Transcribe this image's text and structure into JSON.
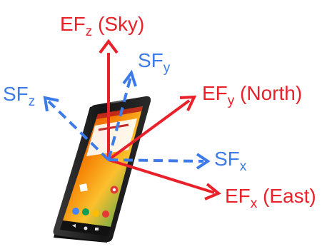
{
  "colors": {
    "earth_frame": "#e8212b",
    "sensor_frame": "#3d7be8",
    "phone_body": "#1b1b1b",
    "phone_screen_a": "#e53935",
    "phone_screen_b": "#f4b400",
    "phone_screen_c": "#0f9d58",
    "phone_screen_d": "#4285f4"
  },
  "labels": {
    "ef_z": {
      "base": "EF",
      "sub": "z",
      "suffix": " (Sky)"
    },
    "ef_y": {
      "base": "EF",
      "sub": "y",
      "suffix": " (North)"
    },
    "ef_x": {
      "base": "EF",
      "sub": "x",
      "suffix": " (East)"
    },
    "sf_y": {
      "base": "SF",
      "sub": "y"
    },
    "sf_z": {
      "base": "SF",
      "sub": "z"
    },
    "sf_x": {
      "base": "SF",
      "sub": "x"
    }
  },
  "icons": {
    "phone": "smartphone-icon"
  }
}
